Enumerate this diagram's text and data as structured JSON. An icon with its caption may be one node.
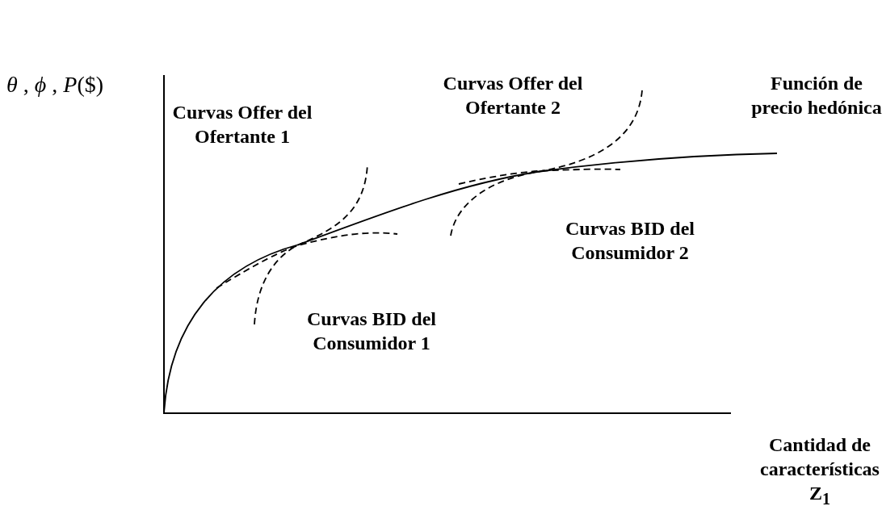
{
  "diagram": {
    "labels": [
      "*θ* , *ϕ* , *P*($)",
      "Curvas Offer del Ofertante 2",
      "Función de precio hedónica",
      "Curvas Offer del Ofertante 1",
      "Curvas BID del Consumidor 2",
      "Curvas BID del Consumidor 1",
      "Cantidad de características Z$_{1}$"
    ]
  }
}
